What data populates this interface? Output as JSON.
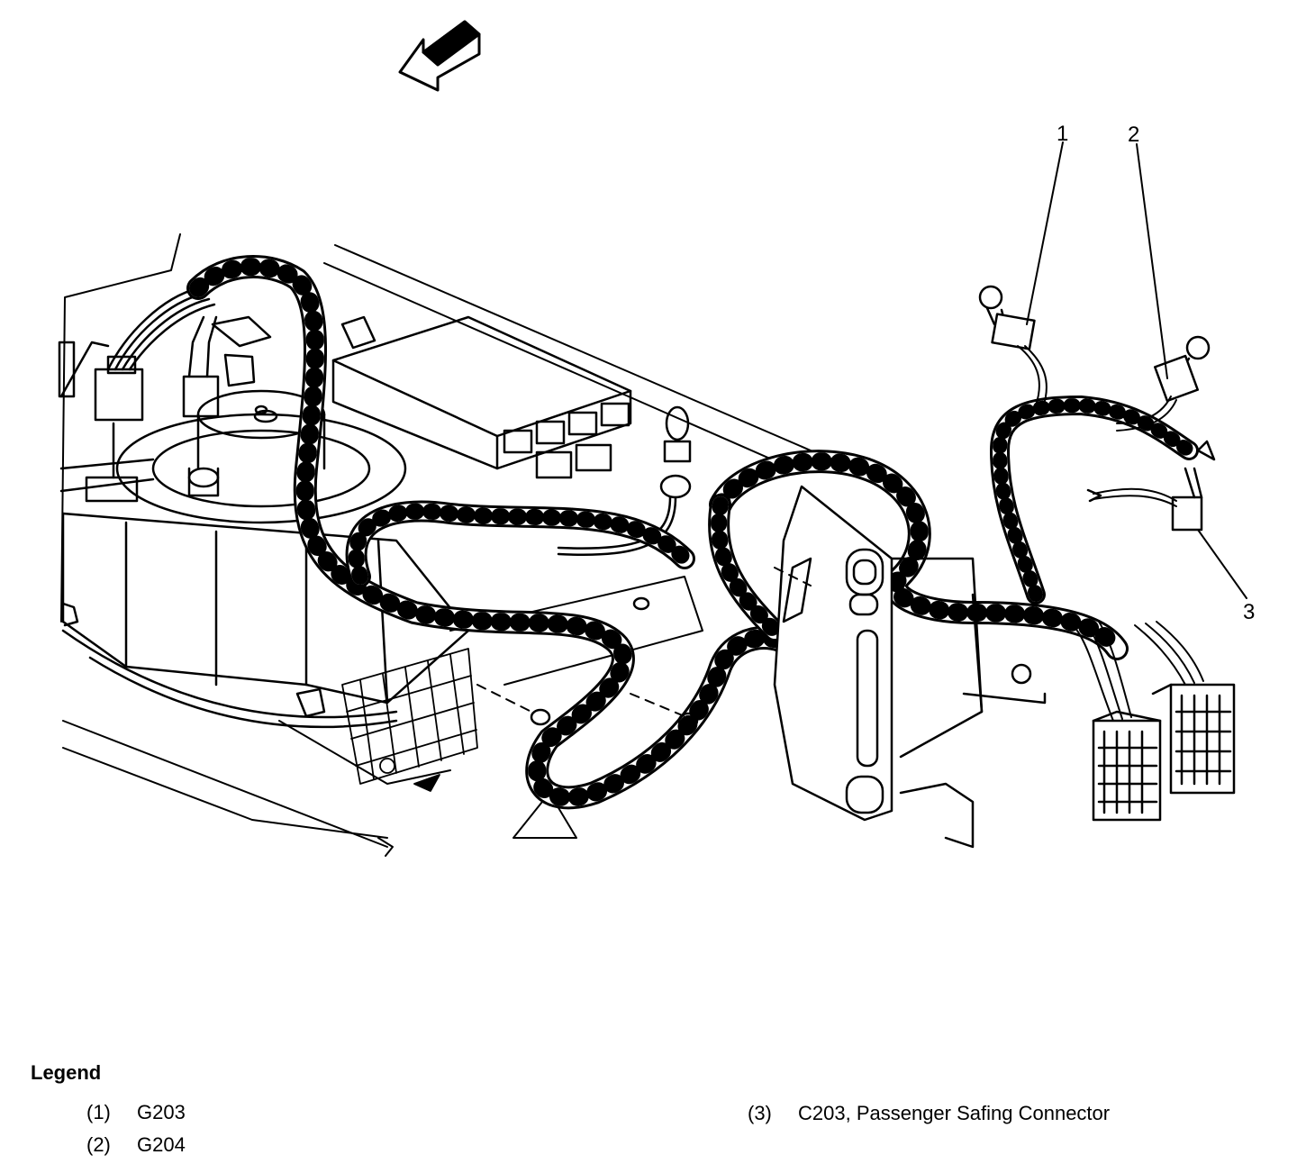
{
  "callouts": [
    "1",
    "2",
    "3"
  ],
  "legend": {
    "title": "Legend",
    "items": [
      {
        "number": "(1)",
        "label": "G203"
      },
      {
        "number": "(2)",
        "label": "G204"
      },
      {
        "number": "(3)",
        "label": "C203, Passenger Safing Connector"
      }
    ]
  },
  "colors": {
    "line": "#000000",
    "background": "#ffffff"
  }
}
